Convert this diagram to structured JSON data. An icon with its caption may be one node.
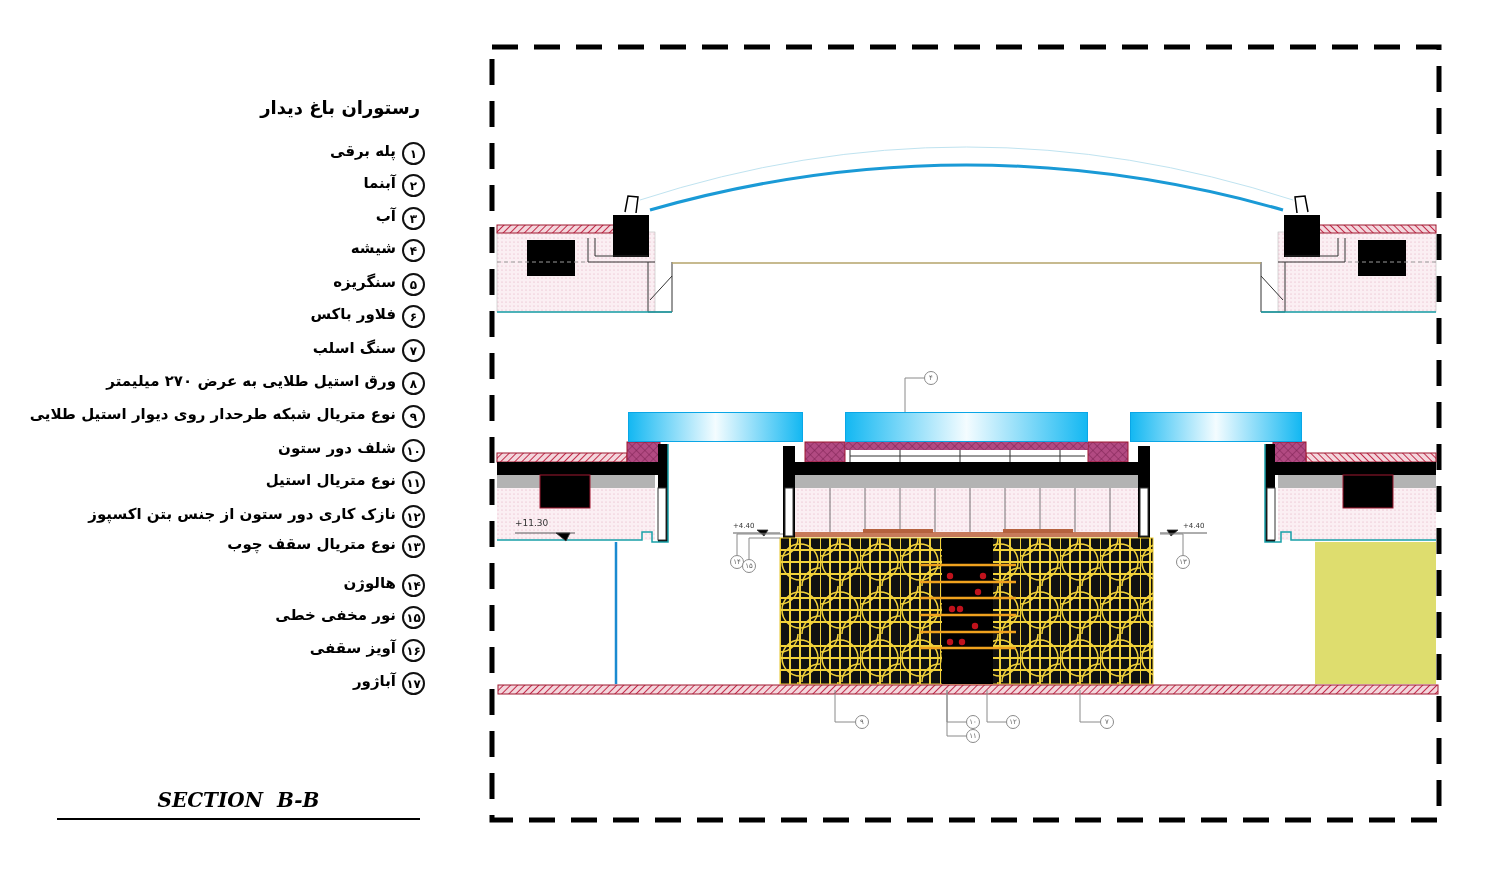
{
  "diagram": {
    "title": "رستوران باغ دیدار",
    "nodes": [
      {
        "text": [
          "۴"
        ]
      },
      {
        "text": [],
        "shape": "box"
      },
      {
        "text": [
          "۱۴"
        ]
      },
      {
        "text": [
          "۱۵"
        ]
      },
      {
        "text": [
          "۱۳"
        ]
      },
      {
        "text": [
          "۹"
        ]
      },
      {
        "text": [
          "۱۰"
        ]
      },
      {
        "text": [
          "۱۱"
        ]
      },
      {
        "text": [
          "۱۲"
        ]
      },
      {
        "text": [
          "۷"
        ]
      }
    ],
    "edges": [
      {
        "from": 0,
        "to": 1,
        "arrow": "none"
      },
      {
        "from": 2,
        "to": null,
        "arrow": "none"
      },
      {
        "from": 3,
        "to": null,
        "arrow": "none"
      },
      {
        "from": 4,
        "to": null,
        "arrow": "none"
      },
      {
        "from": 5,
        "to": null,
        "arrow": "none"
      },
      {
        "from": 6,
        "to": null,
        "arrow": "none"
      },
      {
        "from": 7,
        "to": null,
        "arrow": "none"
      },
      {
        "from": 8,
        "to": null,
        "arrow": "none"
      },
      {
        "from": 9,
        "to": null,
        "arrow": "none"
      }
    ],
    "labels": [
      "۱",
      "پله برقی",
      "۲",
      "آبنما",
      "۳",
      "آب",
      "۴",
      "شیشه",
      "۵",
      "سنگریزه",
      "۶",
      "فلاور باکس",
      "۷",
      "سنگ اسلب",
      "۸",
      "ورق استیل طلایی به عرض ۲۷۰ میلیمتر",
      "۹",
      "نوع متریال شبکه طرحدار روی دیوار استیل طلایی",
      "۱۰",
      "شلف دور ستون",
      "۱۱",
      "نوع متریال استیل",
      "۱۲",
      "نازک کاری دور ستون از جنس بتن اکسپوز",
      "۱۳",
      "نوع متریال سقف چوب",
      "۱۴",
      "هالوژن",
      "۱۵",
      "نور مخفی خطی",
      "۱۶",
      "آویز سقفی",
      "۱۷",
      "آباژور",
      "+11.30",
      "+4.40",
      "+4.40",
      "SECTION  B-B"
    ]
  }
}
